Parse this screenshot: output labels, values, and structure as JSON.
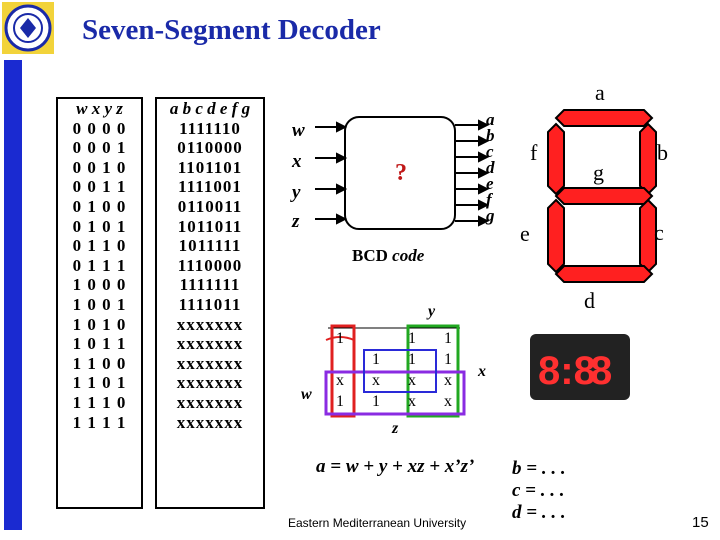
{
  "title": "Seven-Segment Decoder",
  "truth_table": {
    "inputs_header": "w x y z",
    "outputs_header": "a b c d e f g",
    "inputs": [
      "0 0 0 0",
      "0 0 0 1",
      "0 0 1 0",
      "0 0 1 1",
      "0 1 0 0",
      "0 1 0 1",
      "0 1 1 0",
      "0 1 1 1",
      "1 0 0 0",
      "1 0 0 1",
      "1 0 1 0",
      "1 0 1 1",
      "1 1 0 0",
      "1 1 0 1",
      "1 1 1 0",
      "1 1 1 1"
    ],
    "outputs": [
      "1111110",
      "0110000",
      "1101101",
      "1111001",
      "0110011",
      "1011011",
      "1011111",
      "1110000",
      "1111111",
      "1111011",
      "xxxxxxx",
      "xxxxxxx",
      "xxxxxxx",
      "xxxxxxx",
      "xxxxxxx",
      "xxxxxxx"
    ]
  },
  "block": {
    "inputs": [
      "w",
      "x",
      "y",
      "z"
    ],
    "center_label": "?",
    "outputs": [
      "a",
      "b",
      "c",
      "d",
      "e",
      "f",
      "g"
    ],
    "caption_plain": "BCD ",
    "caption_italic": "code"
  },
  "segments": {
    "a": "a",
    "b": "b",
    "c": "c",
    "d": "d",
    "e": "e",
    "f": "f",
    "g": "g"
  },
  "kmap": {
    "row1": [
      "1",
      "",
      "1",
      "1"
    ],
    "row2": [
      "",
      "1",
      "1",
      "1"
    ],
    "row3": [
      "x",
      "x",
      "x",
      "x"
    ],
    "row4": [
      "1",
      "1",
      "x",
      "x"
    ],
    "label_y": "y",
    "label_x": "x",
    "label_w": "w",
    "label_z": "z"
  },
  "equation_a": "a = w + y + xz + x’z’",
  "equation_b": "b = . . .",
  "equation_c": "c = . . .",
  "equation_d": "d = . . .",
  "footer": "Eastern Mediterranean University",
  "page_number": "15",
  "colors": {
    "title": "#1a2aa8",
    "segment": "#e01818",
    "left_bar": "#1a2ad1",
    "kmap_red": "#e02020",
    "kmap_green": "#21a821",
    "kmap_purple": "#8a2be2",
    "kmap_blue": "#2a2ad8"
  }
}
